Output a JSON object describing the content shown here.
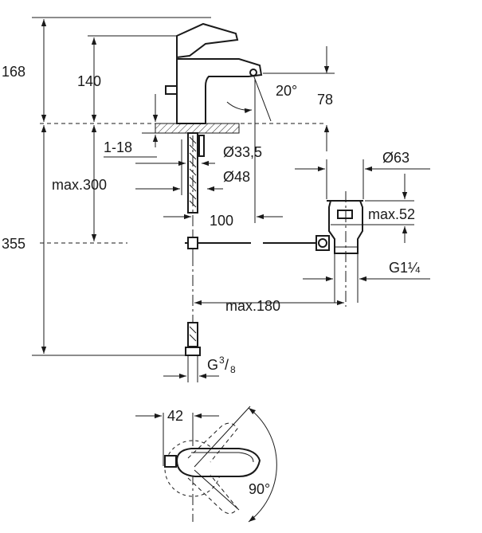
{
  "dimensions": {
    "total_height": "168",
    "spout_height": "140",
    "angle_spout": "20°",
    "spout_clearance": "78",
    "deck_thickness": "1-18",
    "hole_diameter_1": "Ø33,5",
    "hole_diameter_2": "Ø48",
    "max_height_300": "max.300",
    "projection_100": "100",
    "total_depth": "355",
    "waste_diameter": "Ø63",
    "waste_max": "max.52",
    "waste_thread": "G1¼",
    "max_180": "max.180",
    "supply_thread_base": "G",
    "supply_thread_num": "3",
    "supply_thread_den": "8",
    "handle_offset": "42",
    "handle_angle": "90°"
  }
}
